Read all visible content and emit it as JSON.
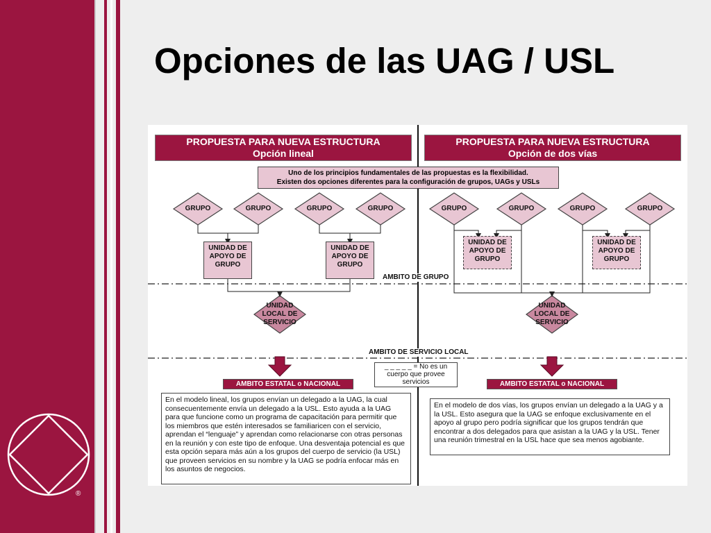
{
  "slide": {
    "title": "Opciones de las UAG / USL",
    "registered_mark": "®",
    "colors": {
      "accent": "#9b1540",
      "pink": "#e8c6d3",
      "background": "#eeeeee"
    }
  },
  "diagram": {
    "left_header": {
      "line1": "PROPUESTA PARA NUEVA ESTRUCTURA",
      "line2": "Opción lineal"
    },
    "right_header": {
      "line1": "PROPUESTA PARA NUEVA ESTRUCTURA",
      "line2": "Opción de dos vías"
    },
    "intro": {
      "line1": "Uno de los principios fundamentales de las propuestas es la flexibilidad.",
      "line2": "Existen dos opciones diferentes para la configuración de grupos, UAGs y USLs"
    },
    "group_label": "GRUPO",
    "uag": {
      "line1": "UNIDAD DE",
      "line2": "APOYO DE",
      "line3": "GRUPO"
    },
    "usl": {
      "line1": "UNIDAD",
      "line2": "LOCAL DE",
      "line3": "SERVICIO"
    },
    "ambito_grupo": "AMBITO DE GRUPO",
    "ambito_servicio_local": "AMBITO DE SERVICIO LOCAL",
    "ambito_estatal": "AMBITO ESTATAL o NACIONAL",
    "note": {
      "line1": "_ _ _ _ _ = No es un",
      "line2": "cuerpo que provee",
      "line3": "servicios"
    },
    "left_text": "En el modelo lineal, los grupos envían un delegado a la UAG, la cual consecuentemente envía un delegado a la USL. Esto ayuda a la UAG para que funcione como un programa de capacitación para permitir que los miembros que estén interesados se familiaricen con el servicio, aprendan el “lenguaje” y aprendan como relacionarse con otras personas en la reunión y con este tipo de enfoque. Una desventaja potencial es que esta opción separa más aún a los grupos del cuerpo de servicio (la USL) que proveen servicios en su nombre y la UAG se podría enfocar más en los asuntos de negocios.",
    "right_text": "En el modelo de dos vías, los grupos envían un delegado a la UAG y a la USL. Esto asegura que la UAG se enfoque exclusivamente en el apoyo al grupo pero podría significar que los grupos tendrán que encontrar a dos delegados para que asistan a la UAG y la USL. Tener  una reunión trimestral en la USL hace que sea menos agobiante."
  }
}
